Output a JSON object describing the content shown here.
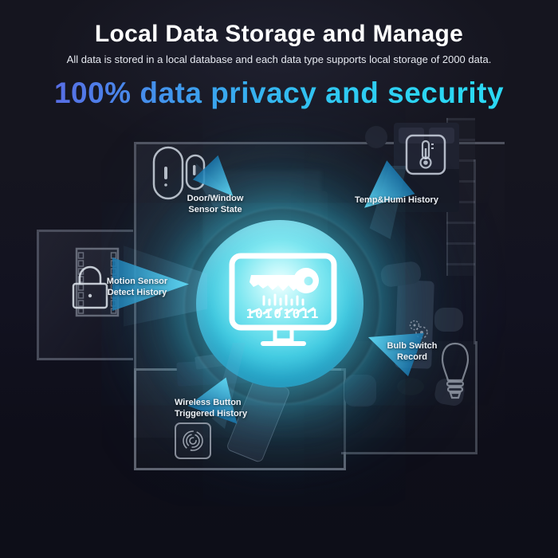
{
  "header": {
    "title": "Local Data Storage and Manage",
    "subtitle": "All data is stored in a local database and each data type supports local storage of 2000 data.",
    "headline": "100% data privacy and security"
  },
  "colors": {
    "background_top": "#15151f",
    "background_bottom": "#0d0e18",
    "headline_gradient": [
      "#5d66e3",
      "#3aa4ee",
      "#2bd9f5"
    ],
    "sphere_cyan": "#3ecfe6",
    "arrow_cyan": "#41b9e2",
    "label_text": "#eef2f7",
    "wall_outline": "#7d8394"
  },
  "center": {
    "icon": "monitor-key-icon",
    "binary": "10101011"
  },
  "callouts": {
    "door_window": {
      "line1": "Door/Window",
      "line2": "Sensor State",
      "icon": "door-window-sensor-icon"
    },
    "temp_humi": {
      "line1": "Temp&Humi History",
      "icon": "thermometer-icon"
    },
    "motion": {
      "line1": "Motion Sensor",
      "line2": "Detect History",
      "icon": "film-padlock-icon"
    },
    "bulb": {
      "line1": "Bulb Switch",
      "line2": "Record",
      "icon": "light-bulb-icon"
    },
    "wireless": {
      "line1": "Wireless Button",
      "line2": "Triggered History",
      "icon": "fingerprint-icon"
    }
  }
}
